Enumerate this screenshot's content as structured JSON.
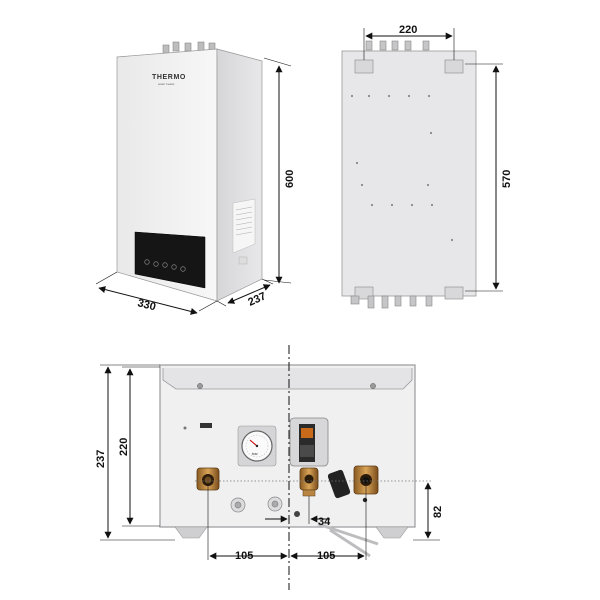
{
  "brand": {
    "name": "THERMO",
    "sub": "water heater"
  },
  "dimensions": {
    "front_width": "330",
    "front_depth": "237",
    "front_height": "600",
    "back_bracket_width": "220",
    "back_height": "570",
    "bottom_height_outer": "237",
    "bottom_height_inner": "220",
    "bottom_left_offset": "105",
    "bottom_right_offset": "105",
    "bottom_center_offset": "34",
    "bottom_pipe_height": "82"
  },
  "gauge": {
    "label": "bar"
  }
}
